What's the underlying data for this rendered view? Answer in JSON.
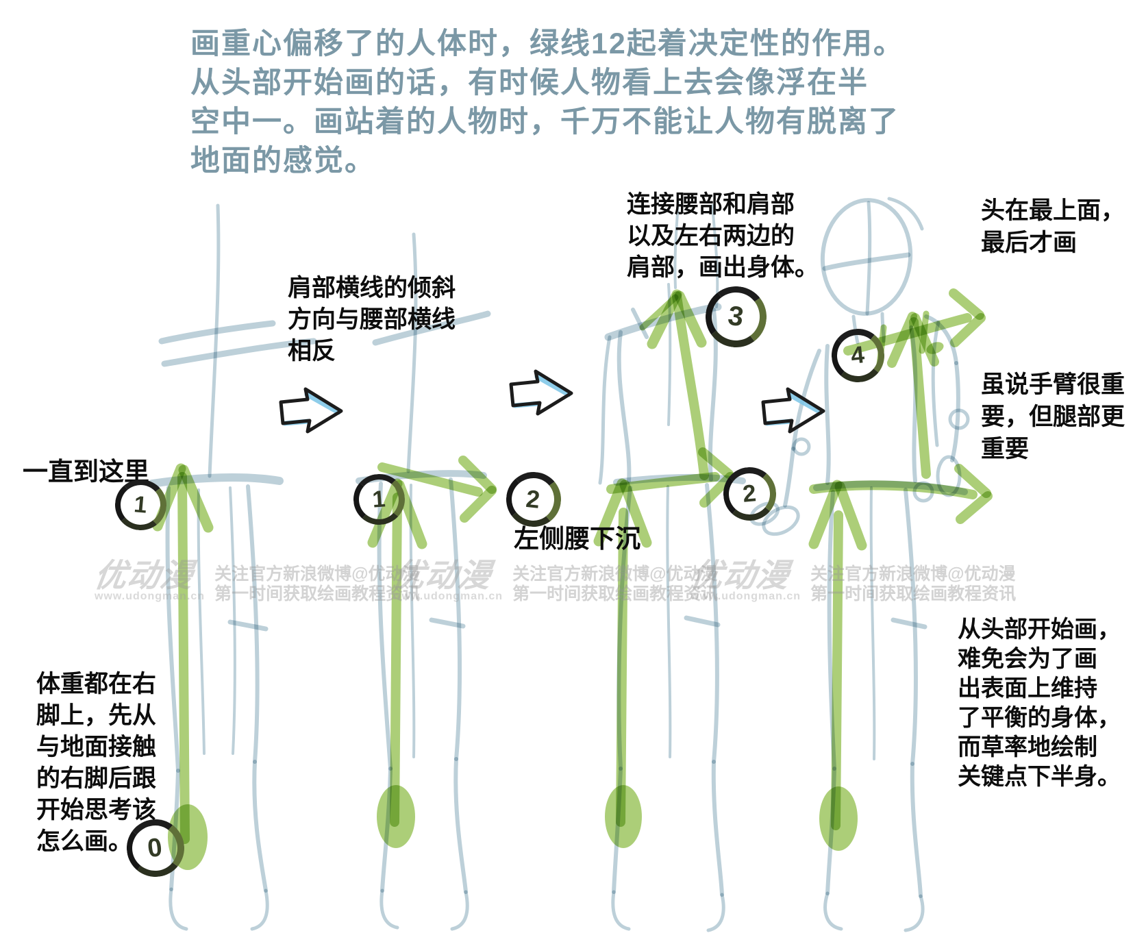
{
  "colors": {
    "background": "#ffffff",
    "header_text": "#7b98a6",
    "label_text": "#0d0d0d",
    "sketch_blue": "#bdd0d9",
    "guide_green": "#a1c765",
    "marker_ink": "#1d1d1d",
    "step_arrow_blue": "#7ac4e6"
  },
  "header": {
    "lines": [
      "画重心偏移了的人体时，绿线12起着决定性的作用。",
      "从头部开始画的话，有时候人物看上去会像浮在半",
      "空中一。画站着的人物时，千万不能让人物有脱离了",
      "地面的感觉。"
    ]
  },
  "annotations": {
    "until_here": {
      "text": "一直到这里"
    },
    "shoulder_tilt": {
      "lines": [
        "肩部横线的倾斜",
        "方向与腰部横线",
        "相反"
      ]
    },
    "connect_body": {
      "lines": [
        "连接腰部和肩部",
        "以及左右两边的",
        "肩部，画出身体。"
      ]
    },
    "head_top": {
      "lines": [
        "头在最上面，",
        "最后才画"
      ]
    },
    "left_waist": {
      "text": "左侧腰下沉"
    },
    "arms_legs": {
      "lines": [
        "虽说手臂很重",
        "要，但腿部更",
        "重要"
      ]
    },
    "weight_on_right": {
      "lines": [
        "体重都在右",
        "脚上，先从",
        "与地面接触",
        "的右脚后跟",
        "开始思考该",
        "怎么画。"
      ]
    },
    "from_head": {
      "lines": [
        "从头部开始画，",
        "难免会为了画",
        "出表面上维持",
        "了平衡的身体，",
        "而草率地绘制",
        "关键点下半身。"
      ]
    }
  },
  "markers": {
    "m0": "0",
    "m1a": "1",
    "m1b": "1",
    "m2a": "2",
    "m2b": "2",
    "m3": "3",
    "m4": "4"
  },
  "watermark": {
    "logo": "优动漫",
    "url": "www.udongman.cn",
    "line1": "关注官方新浪微博@优动漫",
    "line2": "第一时间获取绘画教程资讯"
  }
}
